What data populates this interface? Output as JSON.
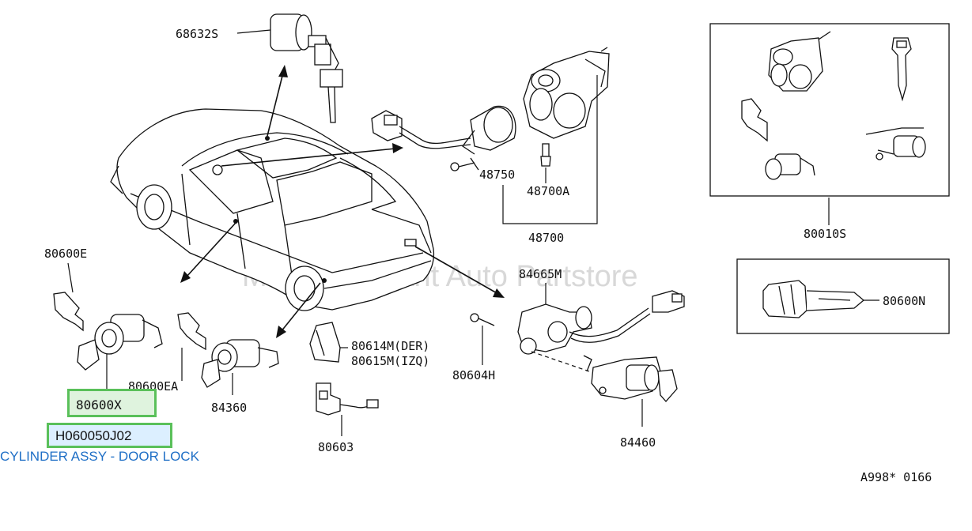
{
  "watermark": "Multi Merchant Auto Partstore",
  "labels": {
    "p68632s": "68632S",
    "p48750": "48750",
    "p48700a": "48700A",
    "p48700": "48700",
    "p80010s": "80010S",
    "p80600e": "80600E",
    "p80600ea": "80600EA",
    "p84360": "84360",
    "p80614m": "80614M(DER)",
    "p80615m": "80615M(IZQ)",
    "p80603": "80603",
    "p84665m": "84665M",
    "p80604h": "80604H",
    "p84460": "84460",
    "p80600n": "80600N",
    "ref": "A998* 0166"
  },
  "highlight": {
    "part_number": "80600X",
    "oem_code": "H060050J02",
    "description": "CYLINDER ASSY - DOOR LOCK"
  },
  "colors": {
    "highlight_border": "#5ac05a",
    "highlight_fill": "#dff3de",
    "code_fill": "#dcefff",
    "description_text": "#1f6fc6"
  }
}
